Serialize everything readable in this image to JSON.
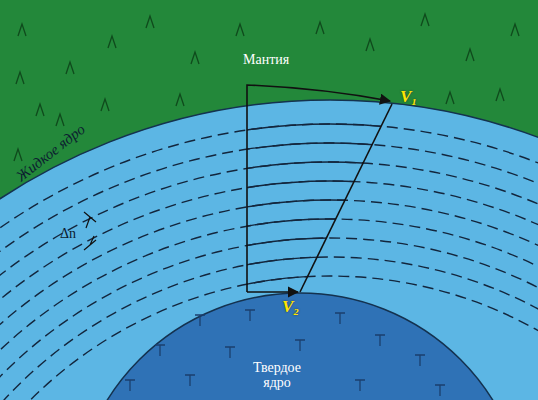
{
  "diagram": {
    "labels": [
      "Мантия",
      "Жидкое ядро",
      "Δn",
      "V₁",
      "V₂",
      "Твердое ядро"
    ]
  }
}
